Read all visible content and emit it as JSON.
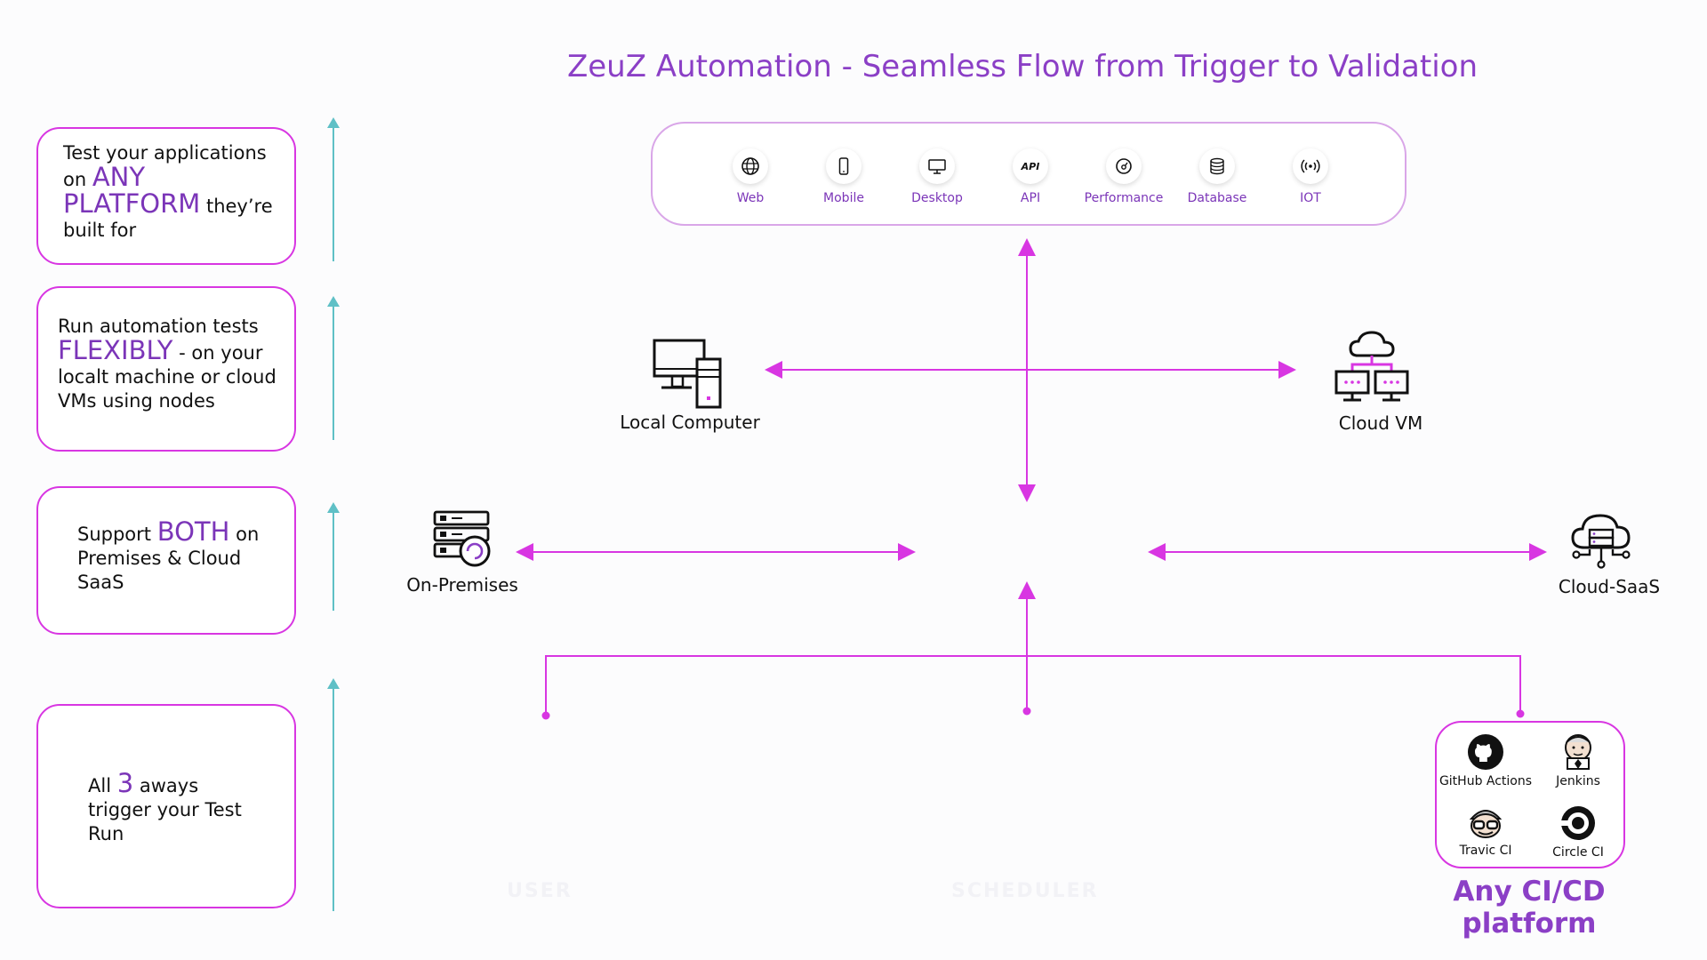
{
  "title": "ZeuZ Automation - Seamless Flow from Trigger to Validation",
  "cards": [
    {
      "pre": "Test your applications",
      "pre2": "on ",
      "hl": "ANY",
      "hl2": "PLATFORM",
      "post": " they’re",
      "post2": "built for"
    },
    {
      "pre": "Run automation tests",
      "hl": "FLEXIBLY",
      "post": " - on your",
      "post2": "localt machine or cloud",
      "post3": "VMs using nodes"
    },
    {
      "pre": "Support ",
      "hl": "BOTH",
      "post": " on",
      "post2": "Premises & Cloud",
      "post3": "SaaS"
    },
    {
      "pre": "All ",
      "hl": "3",
      "post": " aways",
      "post2": "trigger your Test",
      "post3": "Run"
    }
  ],
  "platforms": [
    {
      "label": "Web",
      "icon": "globe-icon"
    },
    {
      "label": "Mobile",
      "icon": "mobile-icon"
    },
    {
      "label": "Desktop",
      "icon": "desktop-icon"
    },
    {
      "label": "API",
      "icon": "api-icon"
    },
    {
      "label": "Performance",
      "icon": "gauge-icon"
    },
    {
      "label": "Database",
      "icon": "database-icon"
    },
    {
      "label": "IOT",
      "icon": "iot-icon"
    }
  ],
  "nodes": {
    "local": "Local Computer",
    "cloud_vm": "Cloud VM",
    "on_prem": "On-Premises",
    "cloud_saas": "Cloud-SaaS"
  },
  "ci": {
    "items": [
      "GitHub Actions",
      "Jenkins",
      "Travic CI",
      "Circle CI"
    ],
    "title": "Any CI/CD platform"
  },
  "ghost": [
    "USER",
    "SCHEDULER"
  ],
  "colors": {
    "accent": "#8b3fc6",
    "line": "#d836e2",
    "arrow": "#5fc0c6"
  }
}
